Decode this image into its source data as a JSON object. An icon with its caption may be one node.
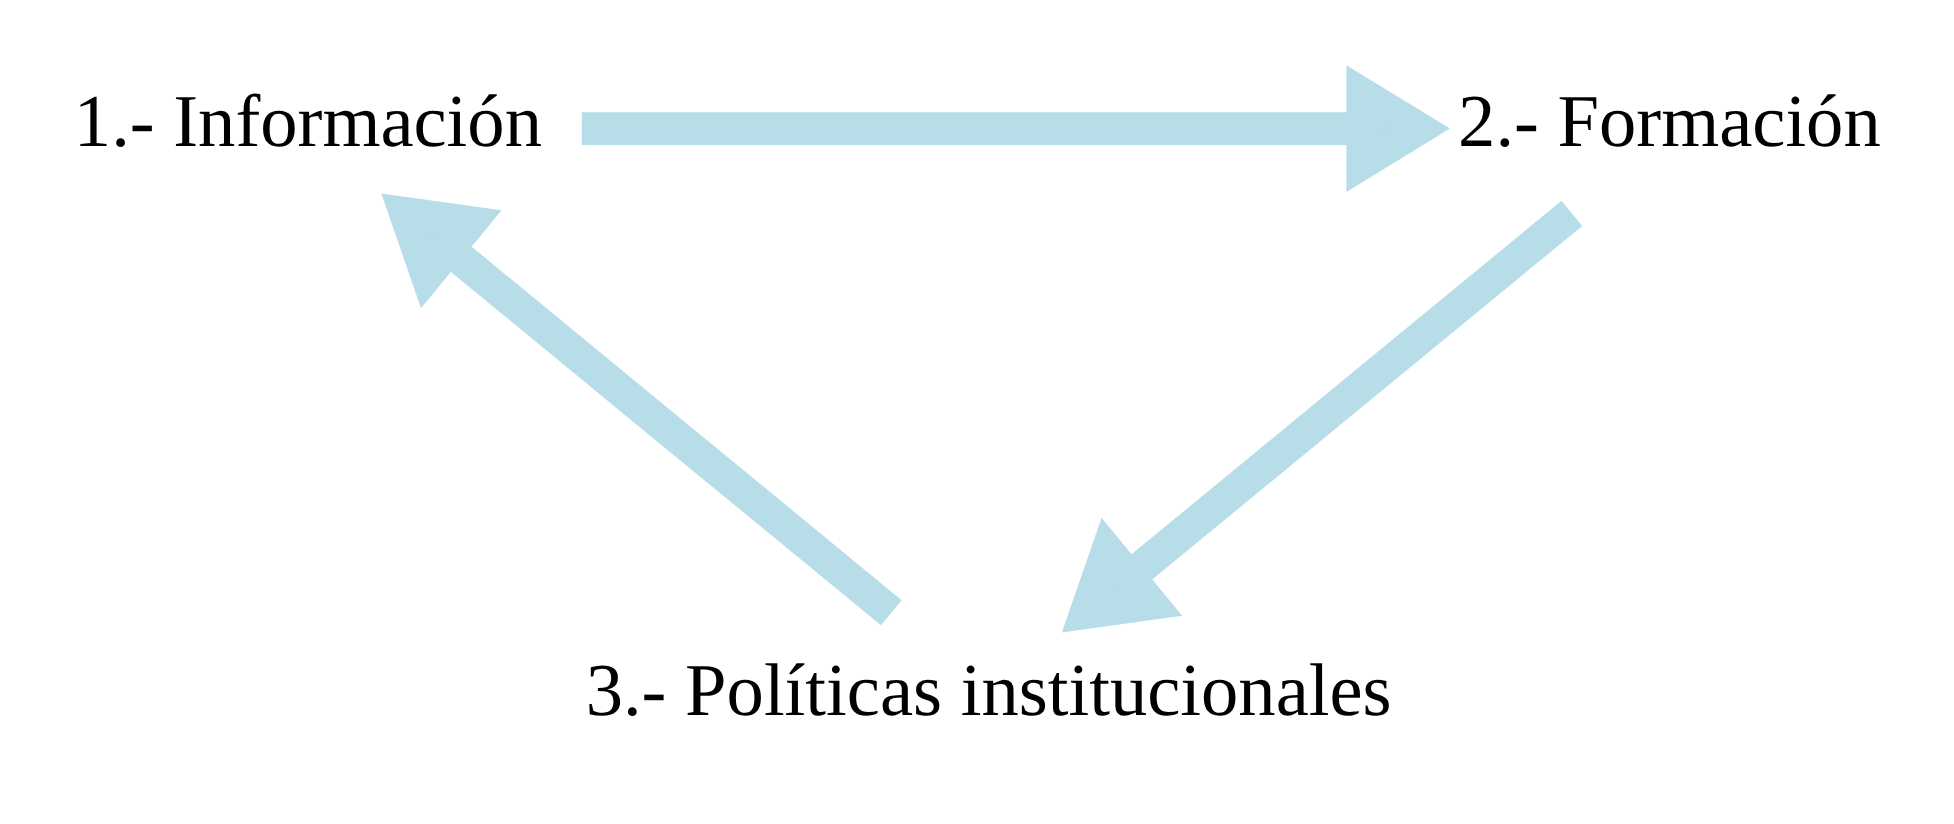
{
  "diagram": {
    "nodes": [
      {
        "text": [
          "1.- Información"
        ]
      },
      {
        "text": [
          "2.- Formación"
        ]
      },
      {
        "text": [
          "3.- Políticas institucionales"
        ]
      }
    ],
    "edges": [
      {
        "from": 0,
        "to": 1,
        "arrow": "to"
      },
      {
        "from": 1,
        "to": 2,
        "arrow": "to"
      },
      {
        "from": 2,
        "to": 0,
        "arrow": "to"
      }
    ]
  }
}
